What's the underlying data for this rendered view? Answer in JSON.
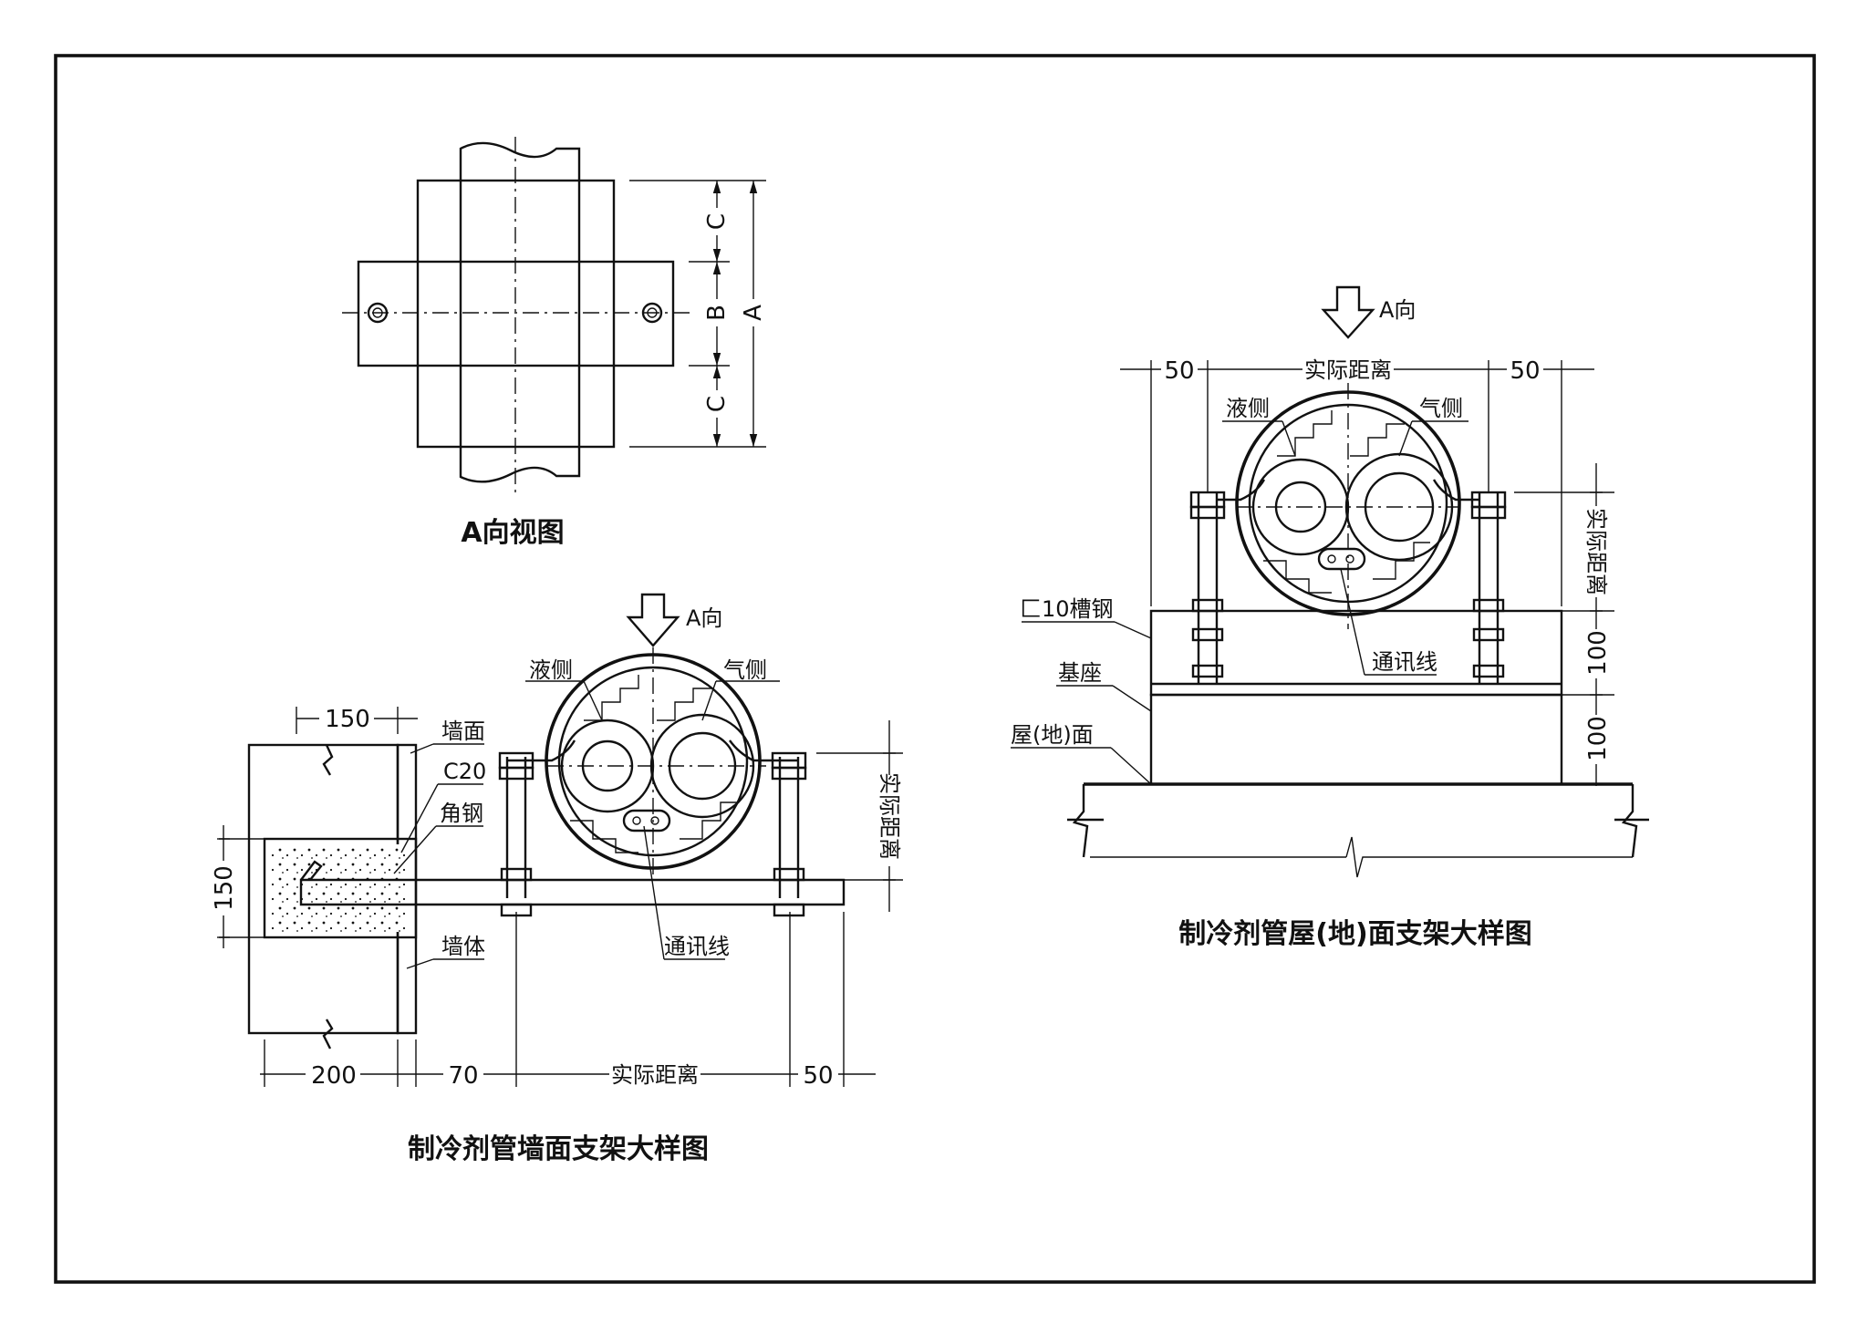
{
  "view_a": {
    "title": "A向视图",
    "dim_c_top": "C",
    "dim_b": "B",
    "dim_c_bottom": "C",
    "dim_a": "A"
  },
  "wall": {
    "title": "制冷剂管墙面支架大样图",
    "direction": "A向",
    "liquid_side": "液侧",
    "gas_side": "气侧",
    "wall_face": "墙面",
    "c20": "C20",
    "angle_steel": "角钢",
    "wall_body": "墙体",
    "comm_line": "通讯线",
    "actual_distance_v": "实际距离",
    "dim_150_top": "150",
    "dim_150_left": "150",
    "dim_200": "200",
    "dim_70": "70",
    "actual_distance_h": "实际距离",
    "dim_50": "50"
  },
  "roof": {
    "title": "制冷剂管屋(地)面支架大样图",
    "direction": "A向",
    "dim_50_left": "50",
    "actual_distance_h": "实际距离",
    "dim_50_right": "50",
    "liquid_side": "液侧",
    "gas_side": "气侧",
    "channel_steel": "匚10槽钢",
    "base": "基座",
    "roof_floor": "屋(地)面",
    "comm_line": "通讯线",
    "actual_distance_v": "实际距离",
    "dim_100_upper": "100",
    "dim_100_lower": "100"
  }
}
